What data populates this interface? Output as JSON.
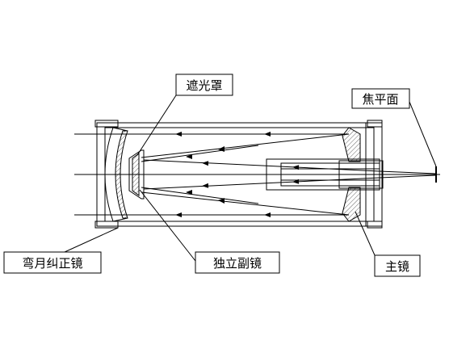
{
  "labels": {
    "shade": "遮光罩",
    "focal_plane": "焦平面",
    "meniscus": "弯月纠正镜",
    "secondary": "独立副镜",
    "primary": "主镜"
  }
}
